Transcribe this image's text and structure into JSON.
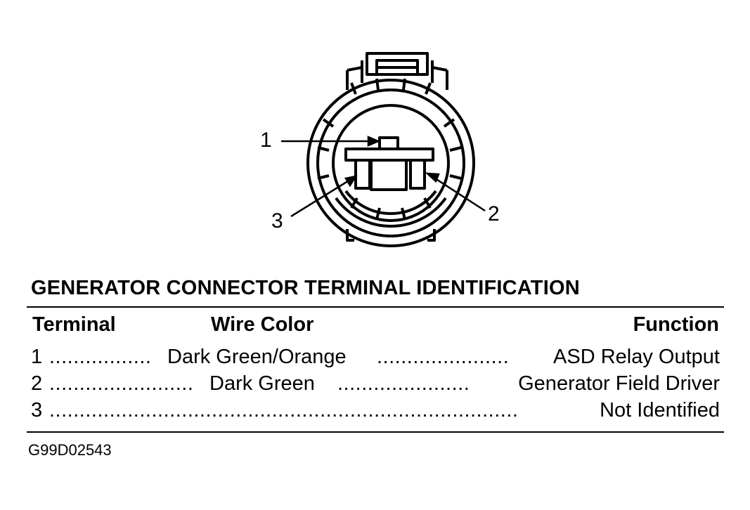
{
  "diagram": {
    "callouts": [
      "1",
      "2",
      "3"
    ]
  },
  "table": {
    "title": "GENERATOR CONNECTOR TERMINAL IDENTIFICATION",
    "headers": {
      "terminal": "Terminal",
      "wire_color": "Wire Color",
      "function": "Function"
    },
    "rows": [
      {
        "terminal": "1",
        "dots1": ".................",
        "wire_color": "Dark Green/Orange",
        "dots2": "......................",
        "function": "ASD Relay Output"
      },
      {
        "terminal": "2",
        "dots1": "........................",
        "wire_color": "Dark Green",
        "dots2": "......................",
        "function": "Generator Field Driver"
      },
      {
        "terminal": "3",
        "dots1": "..............................................................................",
        "wire_color": "",
        "dots2": "",
        "function": "Not Identified"
      }
    ]
  },
  "figure_code": "G99D02543"
}
